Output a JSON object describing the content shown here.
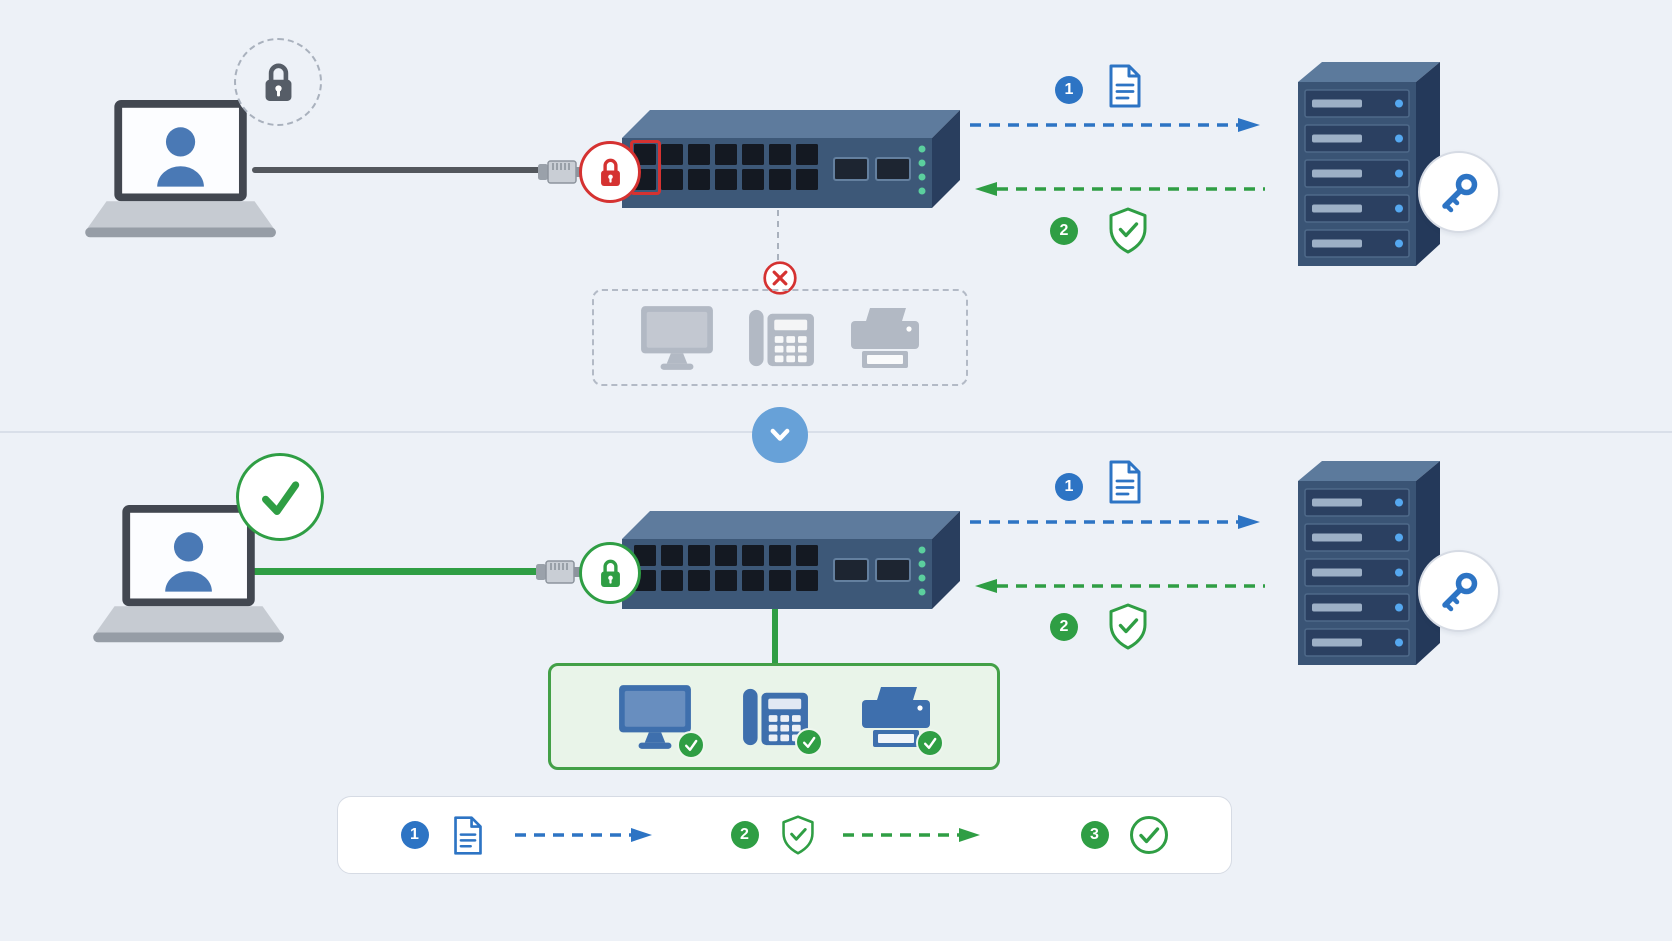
{
  "colors": {
    "background": "#edf1f7",
    "blue": "#2d74c4",
    "green": "#2f9e44",
    "red": "#d53231",
    "gray": "#b2b9c4",
    "device_blue": "#3e6fad",
    "chevron_blue": "#67a1d8"
  },
  "top_scene": {
    "request_badge": "1",
    "response_badge": "2"
  },
  "bottom_scene": {
    "request_badge": "1",
    "response_badge": "2"
  },
  "legend": {
    "steps": [
      {
        "badge": "1",
        "icon": "document-icon"
      },
      {
        "badge": "2",
        "icon": "shield-check-icon"
      },
      {
        "badge": "3",
        "icon": "check-circle-icon"
      }
    ]
  },
  "icons": {
    "lock-icon": "padlock",
    "check-icon": "✓",
    "x-icon": "✕",
    "chevron-down-icon": "⌄",
    "document-icon": "document page",
    "shield-check-icon": "shield with check",
    "key-icon": "key",
    "monitor-icon": "desktop monitor",
    "ip-phone-icon": "desk phone",
    "printer-icon": "printer",
    "laptop-user-icon": "laptop with user avatar",
    "switch-icon": "network switch",
    "server-icon": "server tower",
    "rj45-connector-icon": "ethernet connector"
  }
}
